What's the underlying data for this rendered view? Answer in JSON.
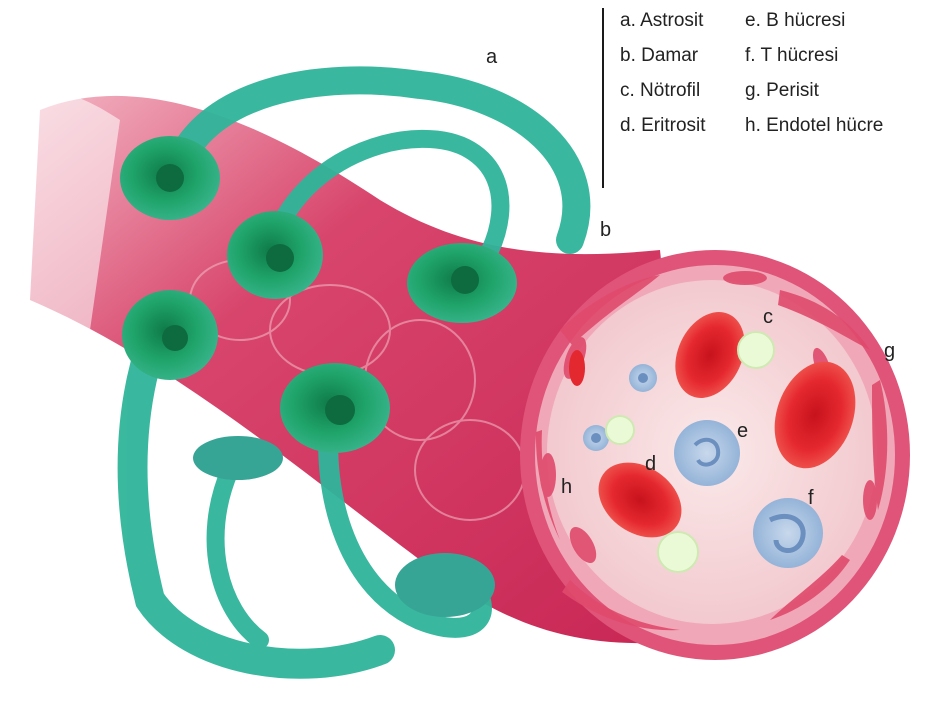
{
  "legend": [
    {
      "key": "a",
      "text": "a. Astrosit"
    },
    {
      "key": "b",
      "text": "b. Damar"
    },
    {
      "key": "c",
      "text": "c. Nötrofil"
    },
    {
      "key": "d",
      "text": "d. Eritrosit"
    },
    {
      "key": "e",
      "text": "e. B hücresi"
    },
    {
      "key": "f",
      "text": "f. T hücresi"
    },
    {
      "key": "g",
      "text": "g. Perisit"
    },
    {
      "key": "h",
      "text": "h. Endotel hücre"
    }
  ],
  "markers": {
    "a": "a",
    "b": "b",
    "c": "c",
    "d": "d",
    "e": "e",
    "f": "f",
    "g": "g",
    "h": "h"
  },
  "colors": {
    "vessel": "#d63862",
    "vessel_light": "#ef9aae",
    "astrocyte": "#2bb07a",
    "astrocyte_dark": "#14844f",
    "astrocyte_foot": "#3aa9a0",
    "erythrocyte": "#e3282f",
    "neutrophil": "#e9f7d2",
    "lymphocyte": "#a9c3e0",
    "lumen": "#f6dede"
  }
}
